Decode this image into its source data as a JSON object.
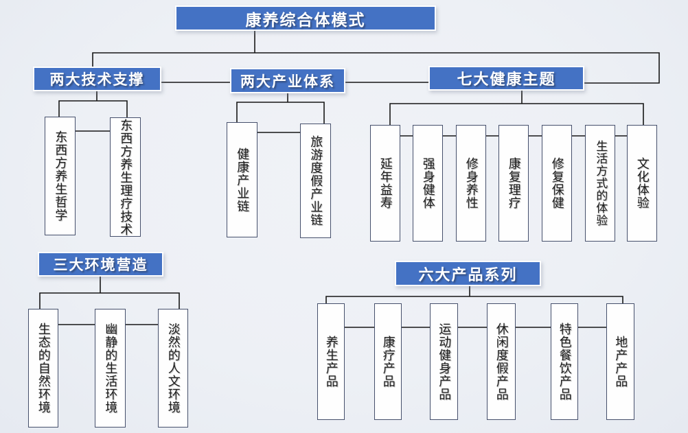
{
  "title": {
    "label": "康养综合体模式"
  },
  "groups": [
    {
      "label": "两大技术支撑",
      "children": [
        "东西方养生哲学",
        "东西方养生理疗技术"
      ]
    },
    {
      "label": "两大产业体系",
      "children": [
        "健康产业链",
        "旅游度假产业链"
      ]
    },
    {
      "label": "七大健康主题",
      "children": [
        "延年益寿",
        "强身健体",
        "修身养性",
        "康复理疗",
        "修复保健",
        "生活方式的体验",
        "文化体验"
      ]
    },
    {
      "label": "三大环境营造",
      "children": [
        "生态的自然环境",
        "幽静的生活环境",
        "淡然的人文环境"
      ]
    },
    {
      "label": "六大产品系列",
      "children": [
        "养生产品",
        "康疗产品",
        "运动健身产品",
        "休闲度假产品",
        "特色餐饮产品",
        "地产产品"
      ]
    }
  ],
  "colors": {
    "header_bg": "#4472c4",
    "header_border": "#ffffff",
    "header_text": "#ffffff",
    "node_bg": "#fefefe",
    "node_border": "#454f6b",
    "connector": "#161616",
    "canvas_bg": "#edf0f5"
  }
}
